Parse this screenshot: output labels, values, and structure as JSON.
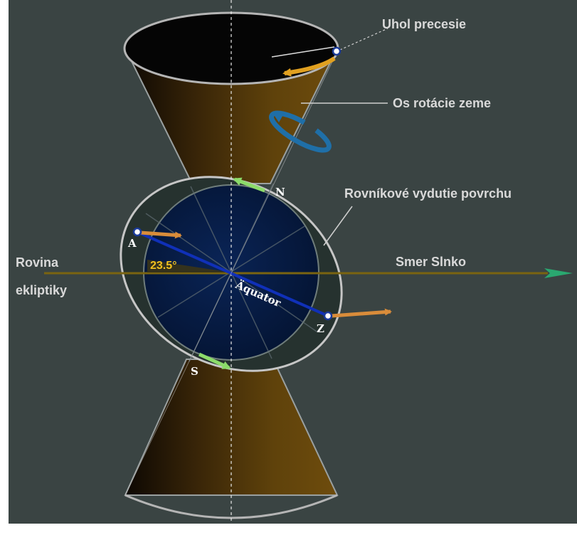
{
  "labels": {
    "precession_angle": "Uhol precesie",
    "earth_rotation_axis": "Os rotácie zeme",
    "equatorial_bulge": "Rovníkové vydutie povrchu",
    "ecliptic_plane_line1": "Rovina",
    "ecliptic_plane_line2": "ekliptiky",
    "sun_direction": "Smer Slnko",
    "tilt_angle": "23.5°",
    "equator": "Äquator",
    "north": "N",
    "south": "S",
    "point_a": "A",
    "point_z": "Z"
  },
  "colors": {
    "background": "#3a4443",
    "frame": "#ffffff",
    "cone_dark": "#1a1105",
    "cone_light": "#6e4a0a",
    "earth_fill": "#061a3f",
    "equator_line": "#1030b8",
    "ecliptic_line": "#7a6410",
    "tilt_label": "#f0c020",
    "arrow_orange": "#d98c3a",
    "arrow_green": "#8cdb6a",
    "arrow_yellow": "#e0a020",
    "rotation_arrow": "#1f6fa8",
    "sun_arrow": "#2aa870"
  },
  "icons": {
    "rotation": "circular-rotation-arrow-icon",
    "sun_direction": "arrowhead-icon"
  }
}
